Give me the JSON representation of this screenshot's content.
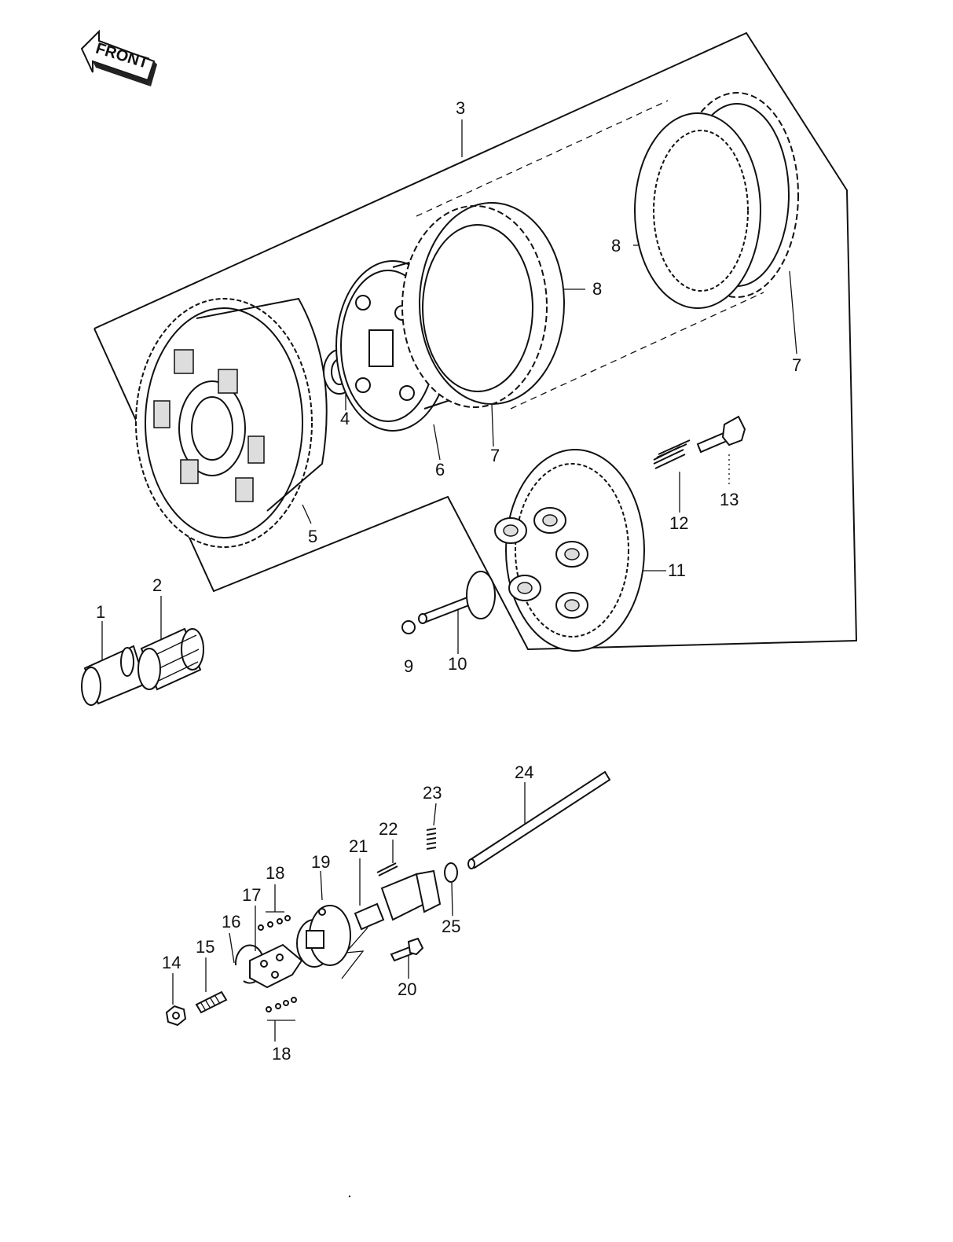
{
  "front_arrow": {
    "label": "FRONT"
  },
  "callouts": [
    {
      "id": "c1",
      "text": "1"
    },
    {
      "id": "c2",
      "text": "2"
    },
    {
      "id": "c3",
      "text": "3"
    },
    {
      "id": "c4",
      "text": "4"
    },
    {
      "id": "c5",
      "text": "5"
    },
    {
      "id": "c6",
      "text": "6"
    },
    {
      "id": "c7a",
      "text": "7"
    },
    {
      "id": "c7b",
      "text": "7"
    },
    {
      "id": "c8a",
      "text": "8"
    },
    {
      "id": "c8b",
      "text": "8"
    },
    {
      "id": "c9",
      "text": "9"
    },
    {
      "id": "c10",
      "text": "10"
    },
    {
      "id": "c11",
      "text": "11"
    },
    {
      "id": "c12",
      "text": "12"
    },
    {
      "id": "c13",
      "text": "13"
    },
    {
      "id": "c14",
      "text": "14"
    },
    {
      "id": "c15",
      "text": "15"
    },
    {
      "id": "c16",
      "text": "16"
    },
    {
      "id": "c17",
      "text": "17"
    },
    {
      "id": "c18a",
      "text": "18"
    },
    {
      "id": "c18b",
      "text": "18"
    },
    {
      "id": "c19",
      "text": "19"
    },
    {
      "id": "c20",
      "text": "20"
    },
    {
      "id": "c21",
      "text": "21"
    },
    {
      "id": "c22",
      "text": "22"
    },
    {
      "id": "c23",
      "text": "23"
    },
    {
      "id": "c24",
      "text": "24"
    },
    {
      "id": "c25",
      "text": "25"
    }
  ]
}
